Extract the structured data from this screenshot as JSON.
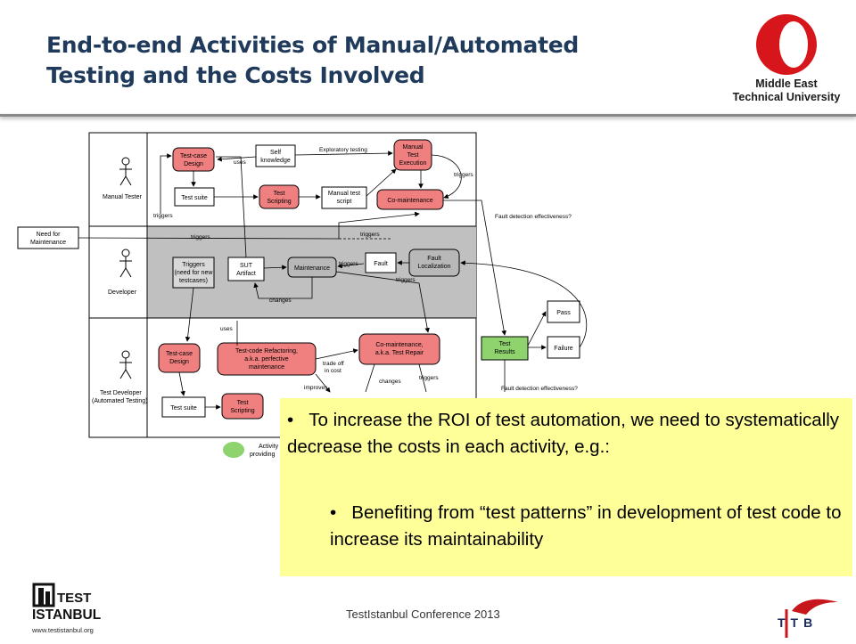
{
  "slide": {
    "title_line1": "End-to-end Activities of Manual/Automated",
    "title_line2": "Testing and the Costs Involved",
    "footer": "TestIstanbul Conference 2013"
  },
  "logos": {
    "metu_line1": "Middle East",
    "metu_line2": "Technical University",
    "test_logo_word1": "TEST",
    "test_logo_word2": "ISTANBUL",
    "test_logo_url": "www.testistanbul.org",
    "ttb": "TTB"
  },
  "callout": {
    "bullet1": "To increase the ROI of test automation, we need to systematically decrease the costs in each activity, e.g.:",
    "bullet2": "Benefiting from “test patterns” in development of test code to increase its maintainability"
  },
  "diagram": {
    "actors": {
      "manual_tester": "Manual Tester",
      "developer": "Developer",
      "test_developer_1": "Test Developer",
      "test_developer_2": "(Automated Testing)"
    },
    "nodes": {
      "tc_design_top_1": "Test-case",
      "tc_design_top_2": "Design",
      "self_knowledge_1": "Self",
      "self_knowledge_2": "knowledge",
      "manual_exec_1": "Manual",
      "manual_exec_2": "Test",
      "manual_exec_3": "Execution",
      "test_suite_top": "Test suite",
      "test_scripting_top_1": "Test",
      "test_scripting_top_2": "Scripting",
      "manual_script_1": "Manual test",
      "manual_script_2": "script",
      "co_maintenance_top": "Co-maintenance",
      "need_maintenance_1": "Need for",
      "need_maintenance_2": "Maintenance",
      "triggers_new_1": "Triggers",
      "triggers_new_2": "(need for new",
      "triggers_new_3": "testcases)",
      "sut_1": "SUT",
      "sut_2": "Artifact",
      "maintenance": "Maintenance",
      "fault": "Fault",
      "fault_loc_1": "Fault",
      "fault_loc_2": "Localization",
      "tc_design_bot_1": "Test-case",
      "tc_design_bot_2": "Design",
      "refactoring_1": "Test-code Refactoring,",
      "refactoring_2": "a.k.a. perfective",
      "refactoring_3": "maintenance",
      "co_maint_bot_1": "Co-maintenance,",
      "co_maint_bot_2": "a.k.a. Test Repair",
      "test_suite_bot": "Test suite",
      "test_scripting_bot_1": "Test",
      "test_scripting_bot_2": "Scripting",
      "test_results_1": "Test",
      "test_results_2": "Results",
      "pass": "Pass",
      "failure": "Failure"
    },
    "labels": {
      "exploratory": "Exploratory testing",
      "uses_top": "uses",
      "triggers_right": "triggers",
      "triggers_left": "triggers",
      "triggers_mid": "triggers",
      "triggers_maint": "triggers",
      "triggers_dash": "triggers",
      "triggers_fault": "triggers",
      "changes_mid": "changes",
      "uses_bot": "uses",
      "tradeoff_1": "trade off",
      "tradeoff_2": "in cost",
      "improves": "improves",
      "changes_bot": "changes",
      "triggers_bot": "triggers",
      "fde_top": "Fault detection effectiveness?",
      "fde_bot": "Fault detection effectiveness?",
      "legend_1": "Activity",
      "legend_2": "providing"
    }
  }
}
